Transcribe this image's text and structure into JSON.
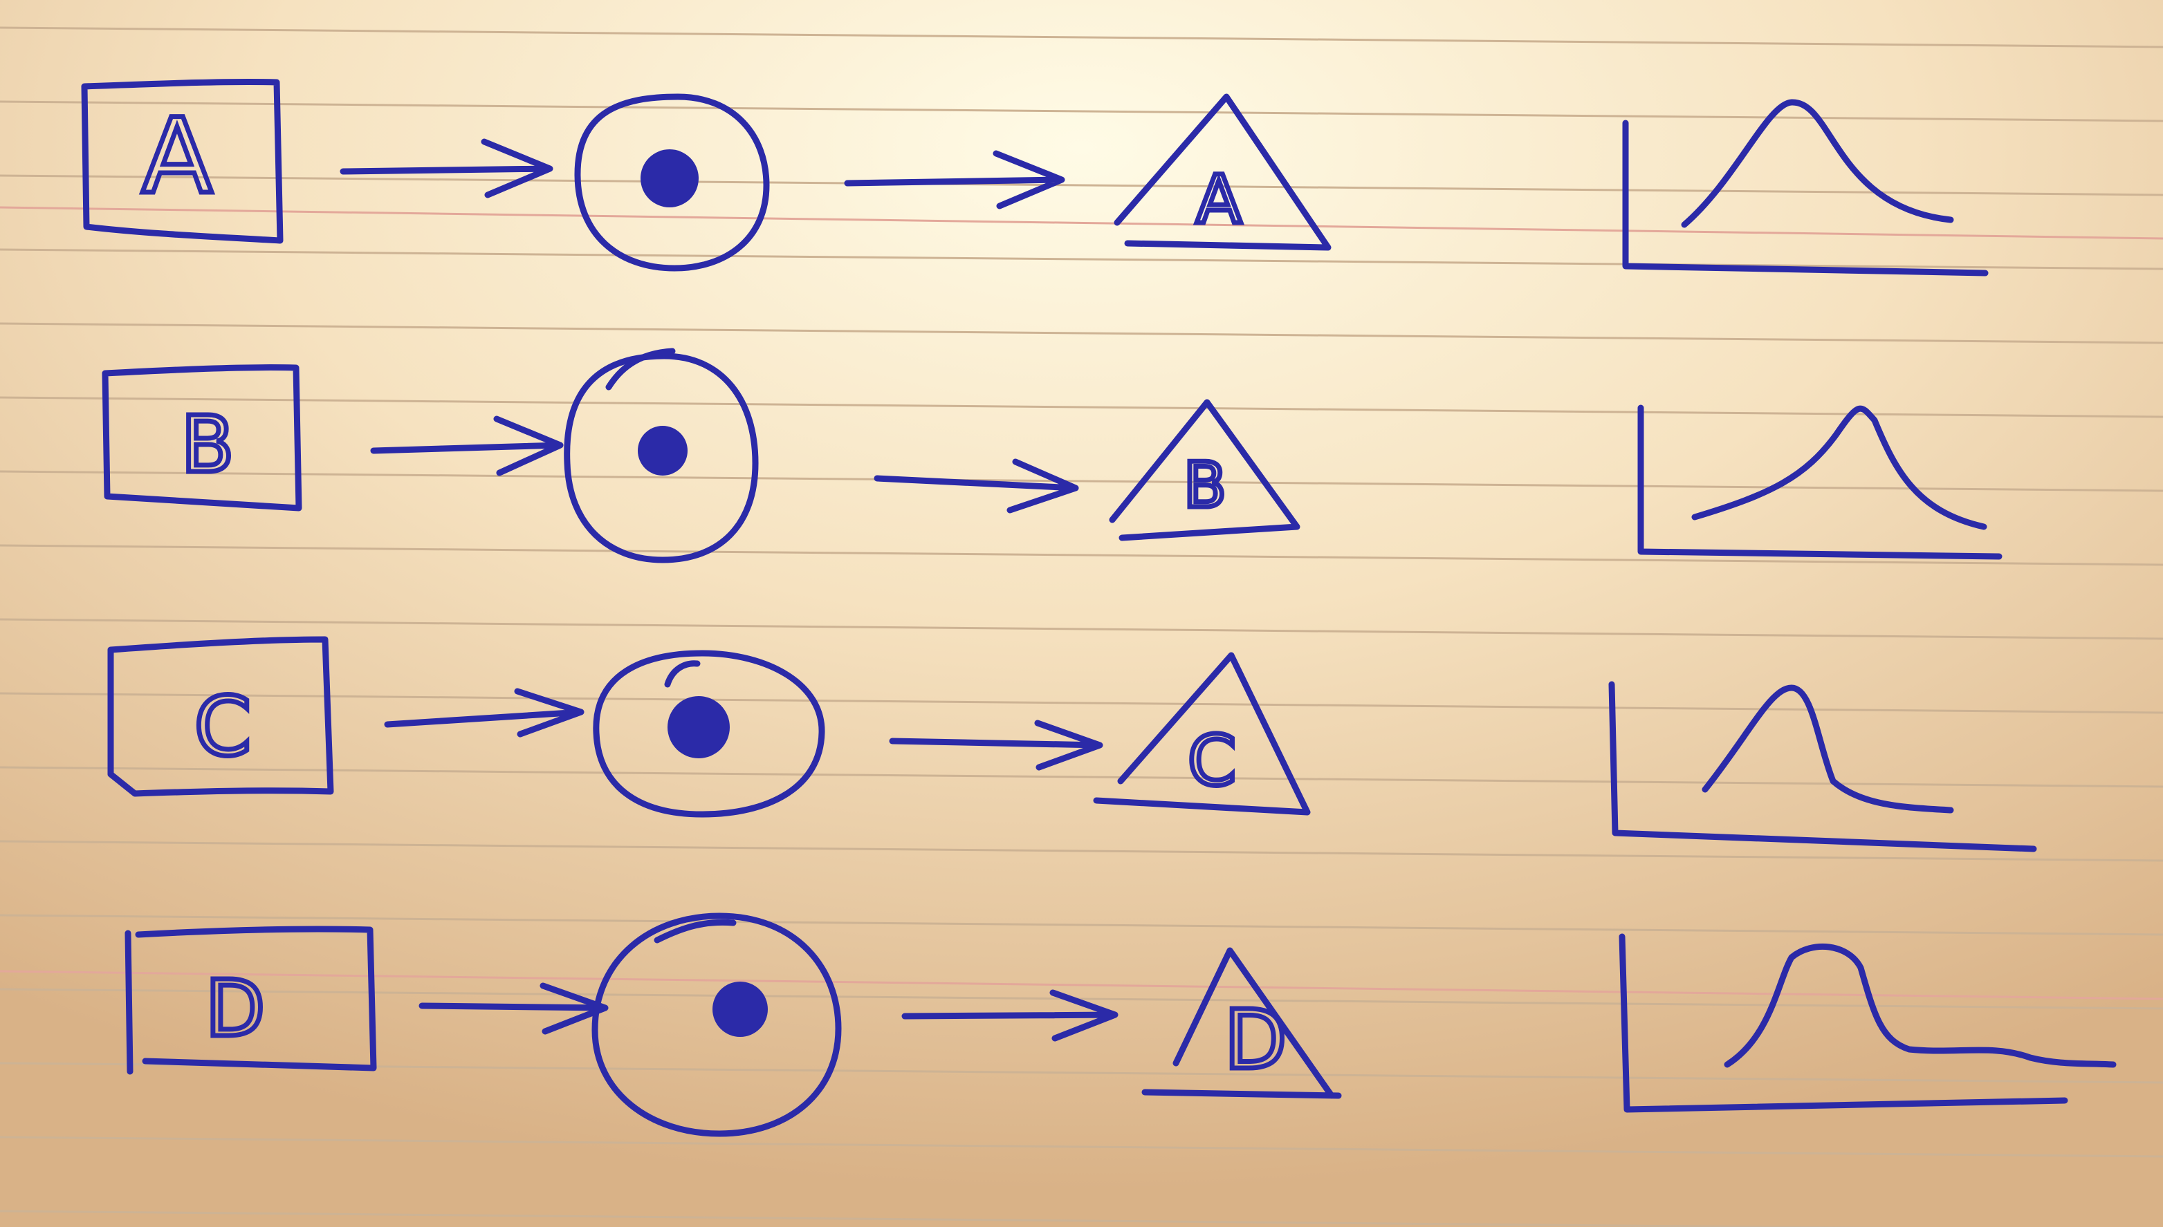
{
  "colors": {
    "ink": "#2b2aa8",
    "paper_glow": "#fffbe6",
    "paper_mid": "#f6e2c0",
    "paper_edge": "#d9b287",
    "rule_line": "#cdb394",
    "margin_rule": "#e3a89a"
  },
  "rows": [
    {
      "box_label": "A",
      "triangle_label": "A"
    },
    {
      "box_label": "B",
      "triangle_label": "B"
    },
    {
      "box_label": "C",
      "triangle_label": "C"
    },
    {
      "box_label": "D",
      "triangle_label": "D"
    }
  ]
}
